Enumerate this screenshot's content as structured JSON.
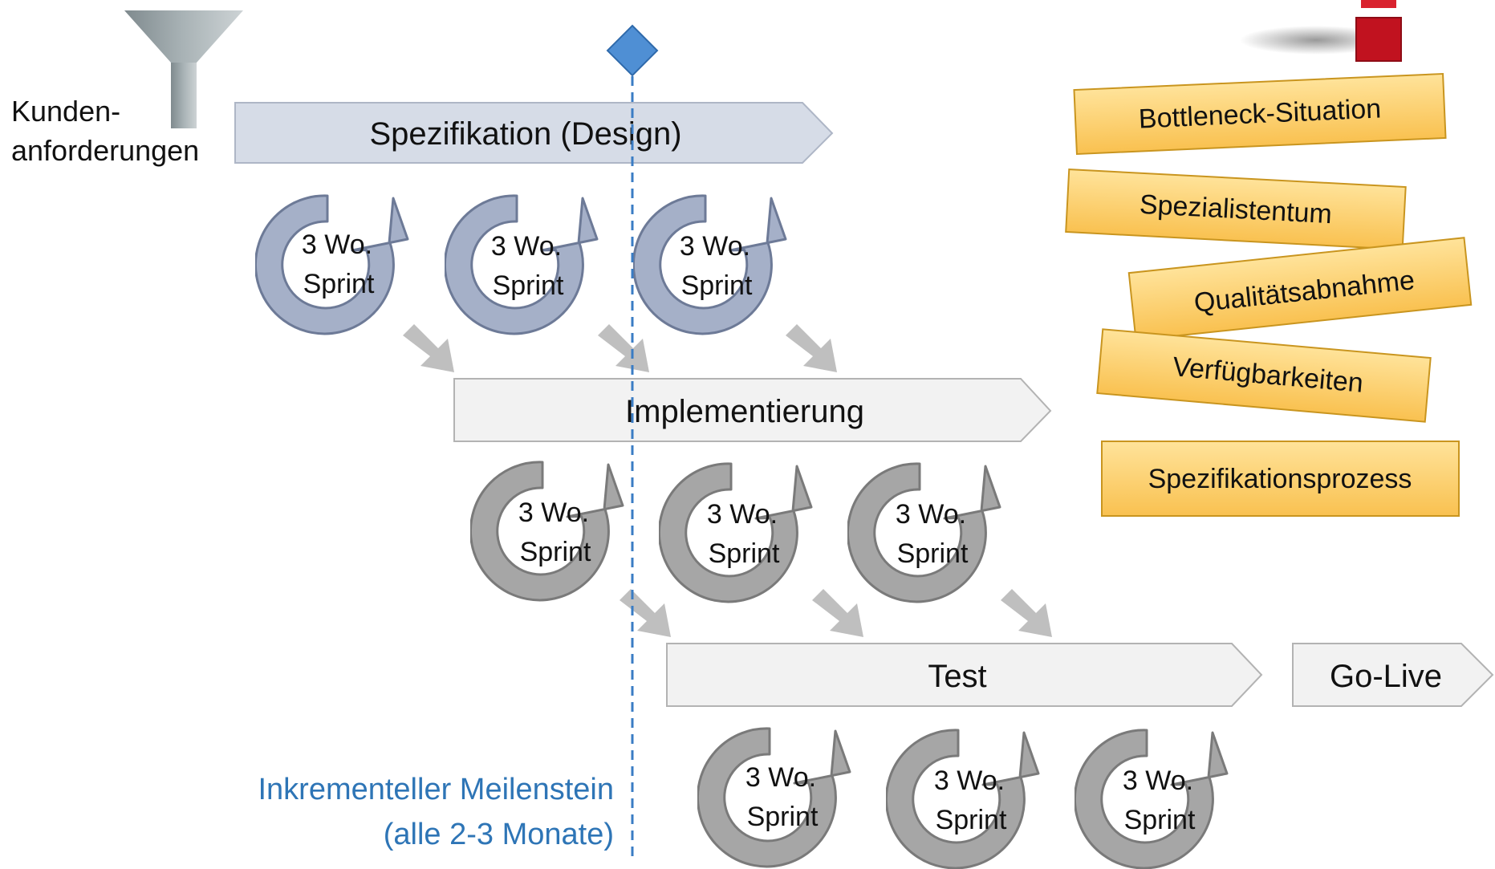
{
  "input_label": {
    "line1": "Kunden-",
    "line2": "anforderungen"
  },
  "phases": {
    "spec": "Spezifikation (Design)",
    "impl": "Implementierung",
    "test": "Test",
    "golive": "Go-Live"
  },
  "sprint": {
    "line1": "3 Wo.",
    "line2": "Sprint"
  },
  "milestone": {
    "line1": "Inkrementeller Meilenstein",
    "line2": "(alle 2-3 Monate)"
  },
  "issues": [
    "Bottleneck-Situation",
    "Spezialistentum",
    "Qualitätsabnahme",
    "Verfügbarkeiten",
    "Spezifikationsprozess"
  ],
  "colors": {
    "spec_fill": "#d6dce7",
    "spec_cycle": "#a5b0c8",
    "phase_fill": "#f2f2f2",
    "cycle_gray": "#a6a6a6",
    "milestone": "#3a7cc4",
    "milestone_text": "#2e75b6",
    "note_fill": "#ffd06b",
    "note_stroke": "#c9951f",
    "block_red": "#c1121f"
  }
}
